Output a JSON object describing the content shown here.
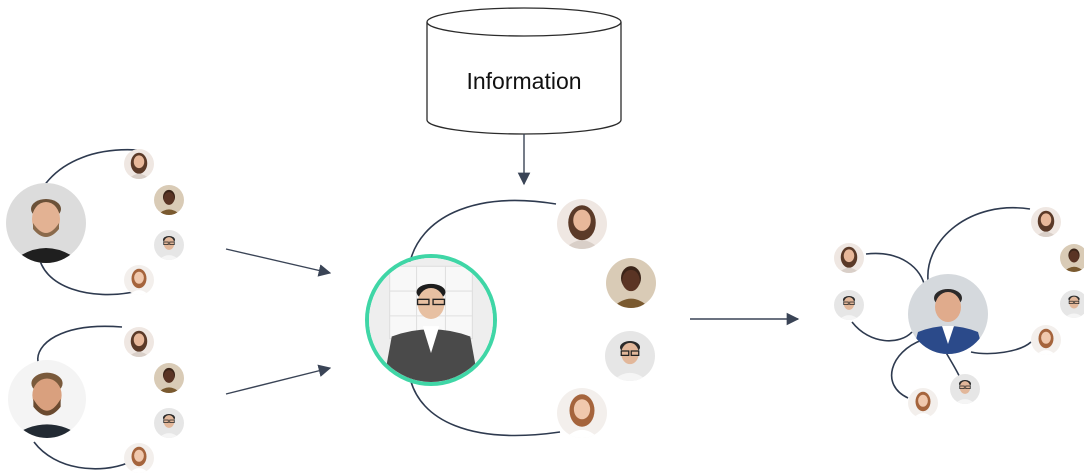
{
  "database": {
    "label": "Information"
  },
  "colors": {
    "line": "#2e3a4f",
    "arrow": "#3a4456",
    "highlight_ring": "#3fd6a6",
    "background": "#ffffff"
  },
  "nodes": {
    "hub_person_1": {
      "icon": "person-avatar-man-beard"
    },
    "hub_person_2": {
      "icon": "person-avatar-man-dark"
    },
    "center_person": {
      "icon": "person-avatar-man-suit-highlighted"
    },
    "right_person": {
      "icon": "person-avatar-man-blue-suit"
    },
    "contacts": {
      "icon": "person-avatar-contact"
    }
  }
}
